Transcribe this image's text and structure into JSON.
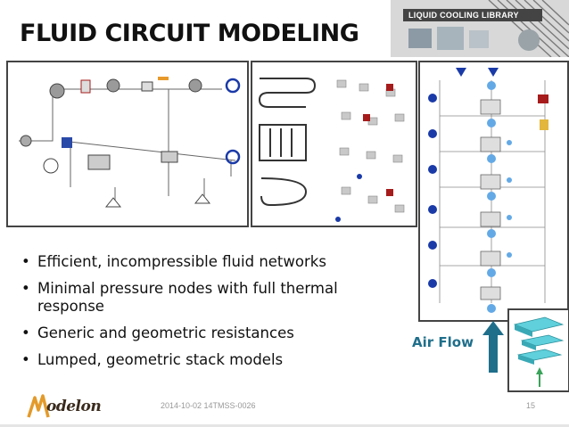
{
  "slide": {
    "title": "FLUID CIRCUIT MODELING",
    "banner_label": "LIQUID COOLING LIBRARY",
    "bullets": [
      "Efficient, incompressible fluid networks",
      "Minimal pressure nodes with full thermal response",
      "Generic and geometric resistances",
      "Lumped, geometric stack models"
    ],
    "air_flow_label": "Air Flow",
    "footer_date": "2014-10-02 14TMSS-0026",
    "page_number": "15",
    "logo_text": "odelon",
    "colors": {
      "title": "#111111",
      "accent_blue": "#1f6f8b",
      "arrow_blue": "#1f6f8b",
      "diagram_blue": "#1a3aa8",
      "node_red": "#a61b1b"
    }
  }
}
